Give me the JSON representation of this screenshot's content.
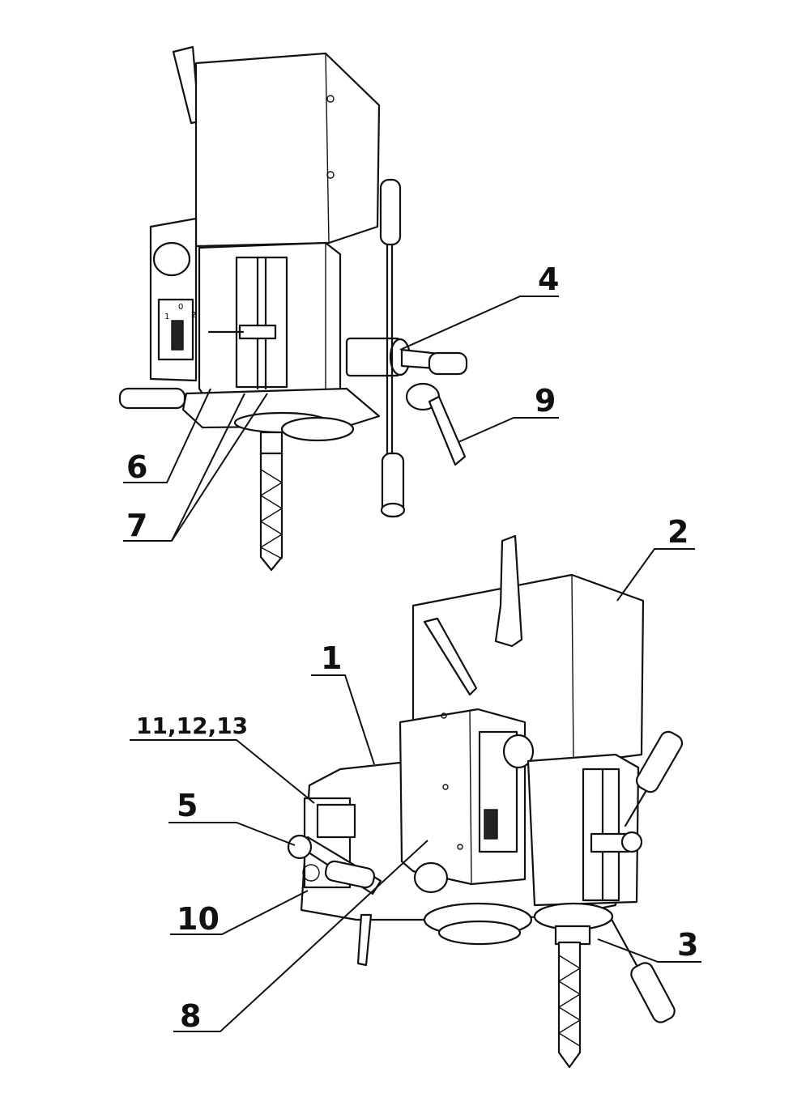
{
  "figure": {
    "callouts": [
      {
        "id": "1",
        "label": "1"
      },
      {
        "id": "2",
        "label": "2"
      },
      {
        "id": "3",
        "label": "3"
      },
      {
        "id": "4",
        "label": "4"
      },
      {
        "id": "5",
        "label": "5"
      },
      {
        "id": "6",
        "label": "6"
      },
      {
        "id": "7",
        "label": "7"
      },
      {
        "id": "8",
        "label": "8"
      },
      {
        "id": "9",
        "label": "9"
      },
      {
        "id": "10",
        "label": "10"
      },
      {
        "id": "11-12-13",
        "label": "11,12,13"
      }
    ],
    "selector_marks": [
      "1",
      "0",
      "2"
    ],
    "colors": {
      "ink": "#111111",
      "paper": "#ffffff"
    }
  }
}
